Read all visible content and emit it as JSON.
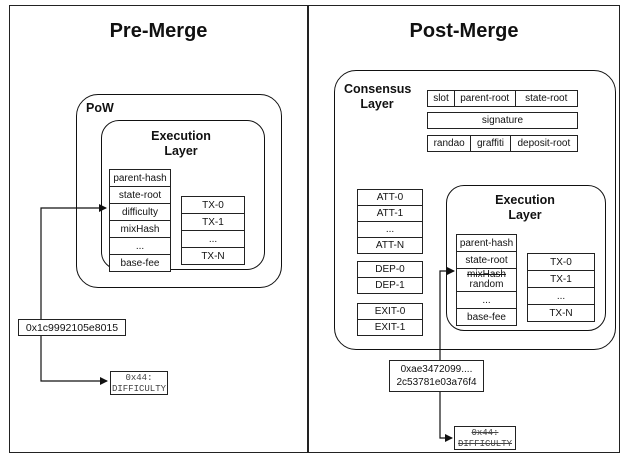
{
  "pre_merge": {
    "title": "Pre-Merge",
    "pow_label": "PoW",
    "execution_label": "Execution\nLayer",
    "header_fields": [
      "parent-hash",
      "state-root",
      "difficulty",
      "mixHash",
      "...",
      "base-fee"
    ],
    "tx_fields": [
      "TX-0",
      "TX-1",
      "...",
      "TX-N"
    ],
    "value_box": "0x1c9992105e8015",
    "opcode": "0x44:\nDIFFICULTY"
  },
  "post_merge": {
    "title": "Post-Merge",
    "consensus_label": "Consensus\nLayer",
    "consensus_row1": [
      "slot",
      "parent-root",
      "state-root"
    ],
    "signature": "signature",
    "consensus_row3": [
      "randao",
      "graffiti",
      "deposit-root"
    ],
    "att_fields": [
      "ATT-0",
      "ATT-1",
      "...",
      "ATT-N"
    ],
    "dep_fields": [
      "DEP-0",
      "DEP-1"
    ],
    "exit_fields": [
      "EXIT-0",
      "EXIT-1"
    ],
    "execution_label": "Execution\nLayer",
    "header_fields": [
      "parent-hash",
      "state-root",
      "mixHash",
      "random",
      "...",
      "base-fee"
    ],
    "tx_fields": [
      "TX-0",
      "TX-1",
      "...",
      "TX-N"
    ],
    "value_box": "0xae3472099....\n2c53781e03a76f4",
    "opcode": "0x44:\nDIFFICULTY"
  }
}
